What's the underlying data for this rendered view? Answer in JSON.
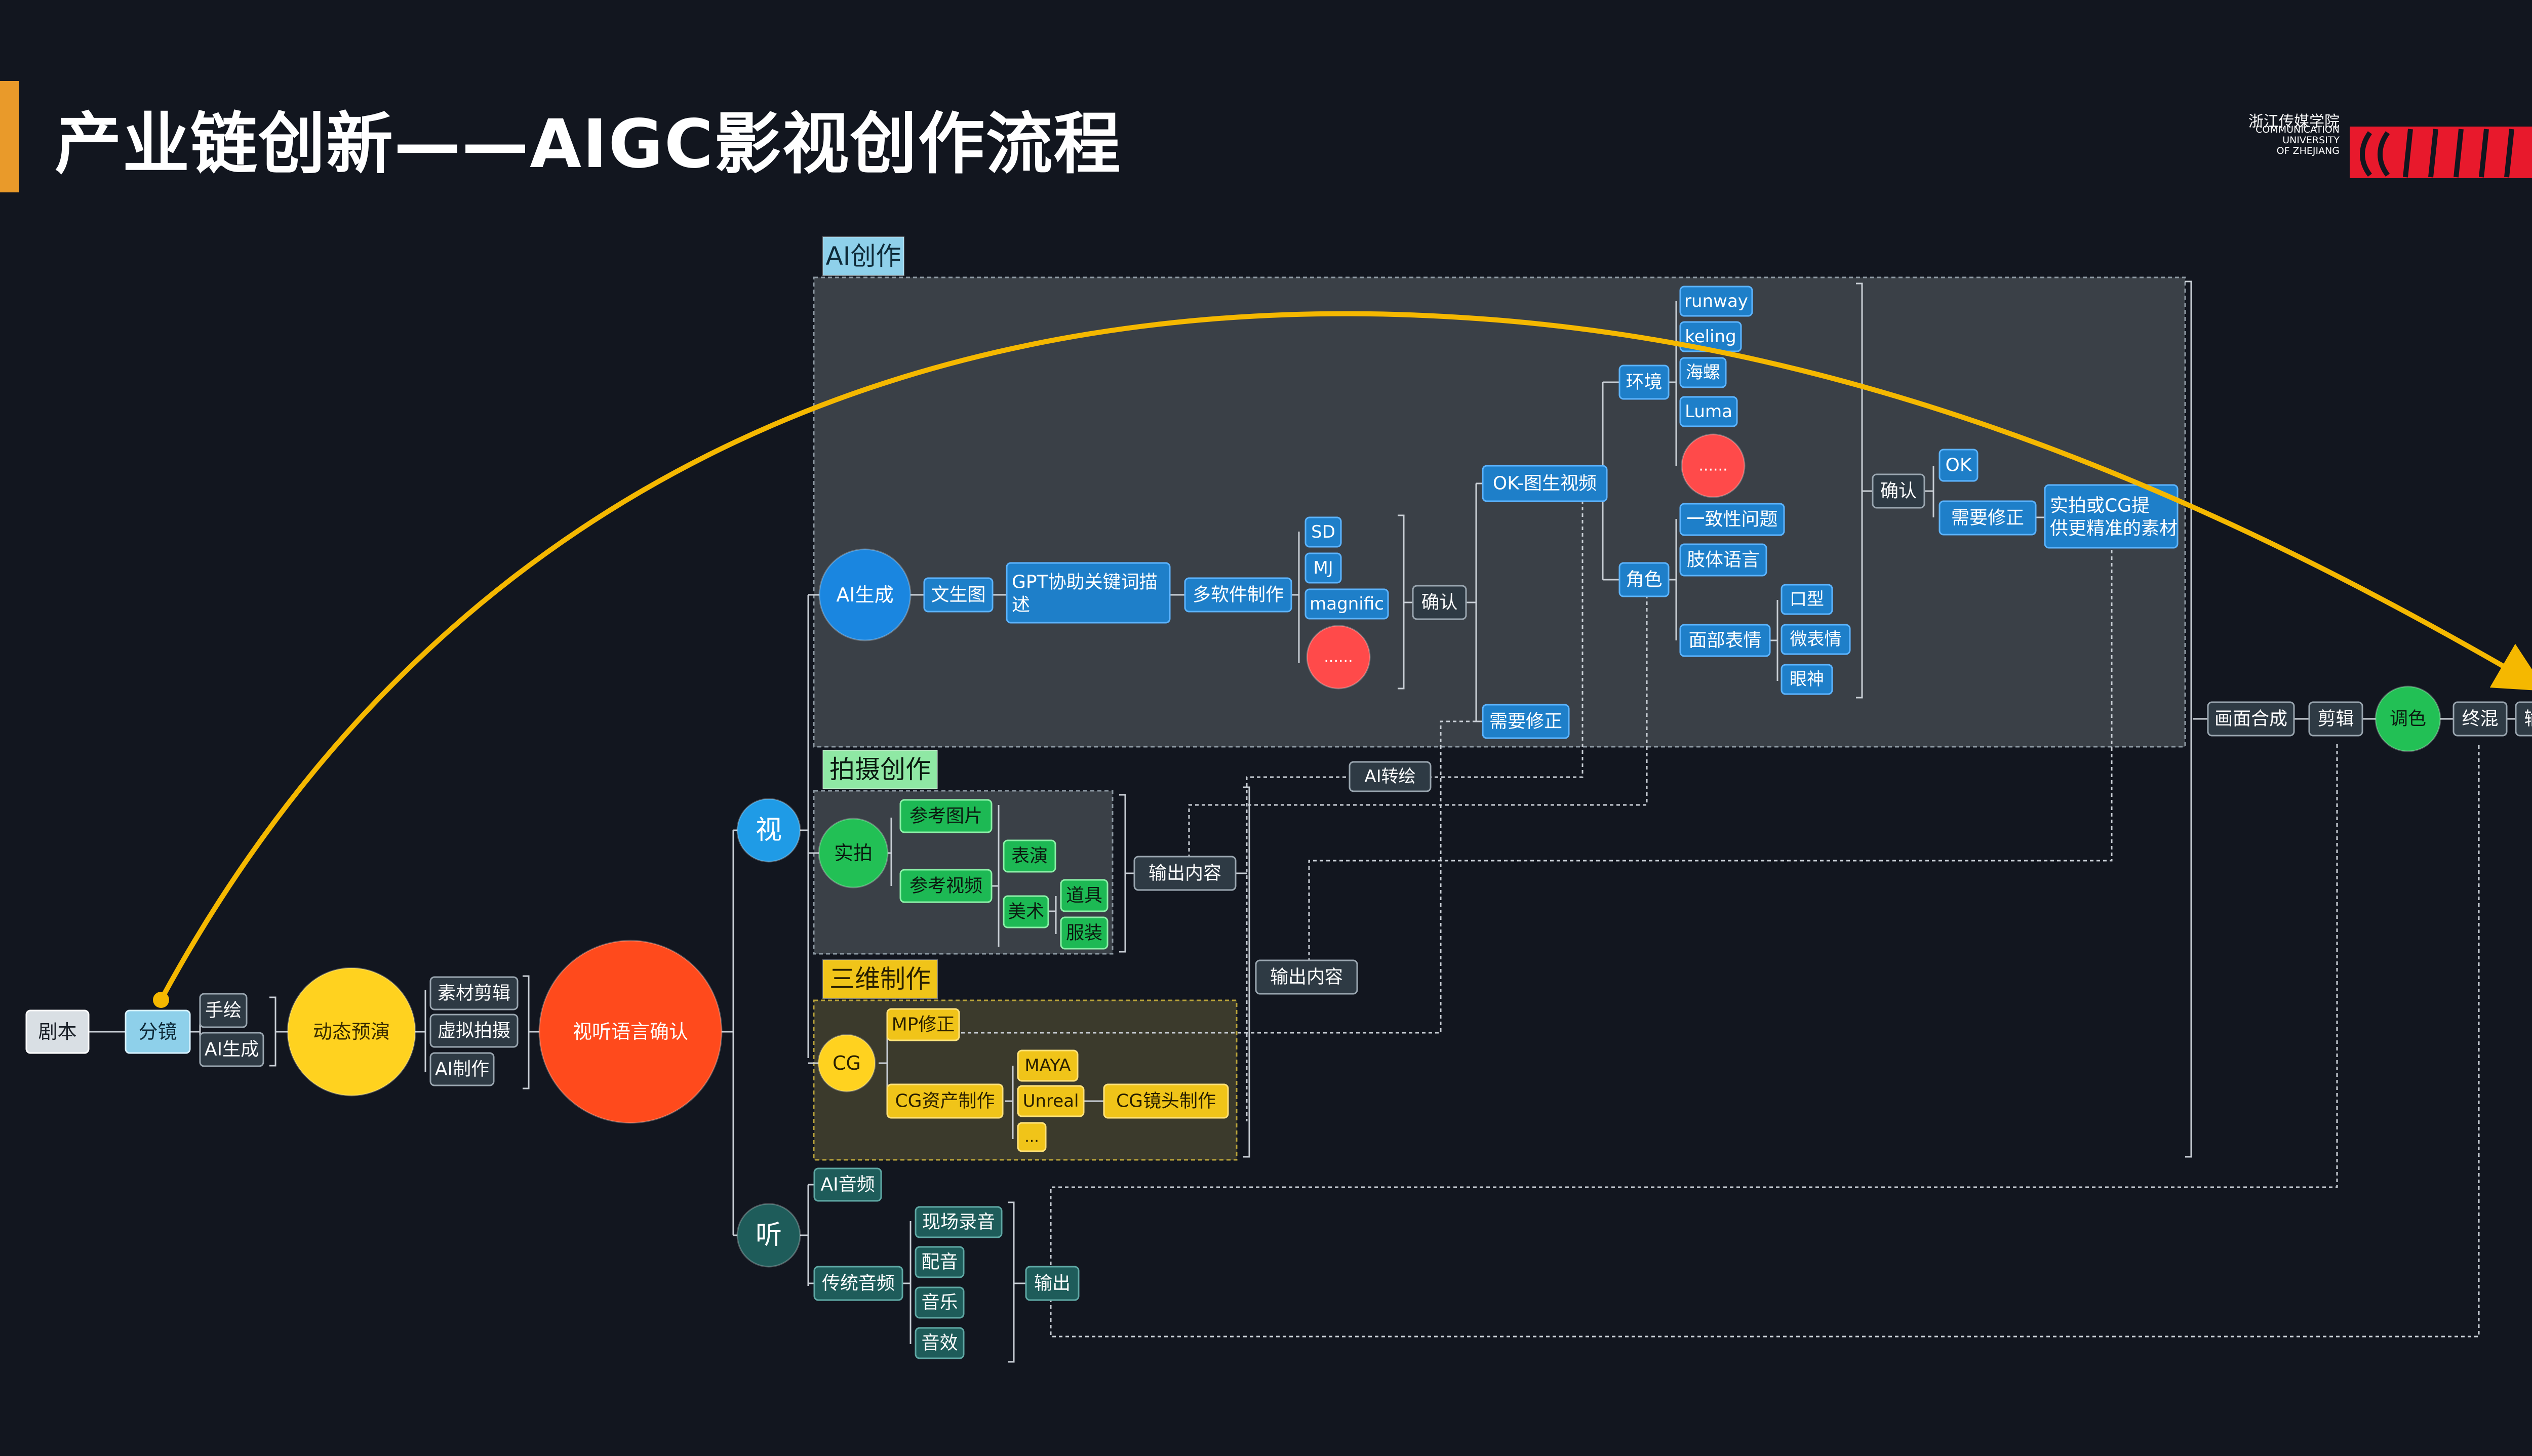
{
  "header": {
    "title": "产业链创新——AIGC影视创作流程",
    "logo_cn": "浙江传媒学院",
    "logo_en": [
      "COMMUNICATION",
      "UNIVERSITY",
      "OF ZHEJIANG"
    ]
  },
  "colors": {
    "background": "#12161f",
    "accent_bar": "#e99a2a",
    "ai_blue": "#1e7fc9",
    "shoot_green": "#1db954",
    "cg_yellow": "#f0c419",
    "audio_teal": "#1e5c5a",
    "red": "#ff4a1c",
    "arrow": "#f5b800",
    "logo_red": "#e8192c",
    "neutral_box": "#2e3a44"
  },
  "groups": {
    "ai": "AI创作",
    "shoot": "拍摄创作",
    "cg": "三维制作"
  },
  "nodes": {
    "script": "剧本",
    "storyboard": "分镜",
    "hand_draw": "手绘",
    "ai_gen_sb": "AI生成",
    "dynamic_preview": "动态预演",
    "material_edit": "素材剪辑",
    "virtual_shoot": "虚拟拍摄",
    "ai_make": "AI制作",
    "av_confirm": "视听语言确认",
    "see": "视",
    "hear": "听",
    "ai_gen": "AI生成",
    "text2img": "文生图",
    "gpt_prompt": "GPT协助关键词描述",
    "multi_soft": "多软件制作",
    "sd": "SD",
    "mj": "MJ",
    "magnific": "magnific",
    "dots": "......",
    "confirm1": "确认",
    "ok_i2v": "OK-图生视频",
    "need_fix1": "需要修正",
    "env": "环境",
    "role": "角色",
    "runway": "runway",
    "keling": "keling",
    "hailuo": "海螺",
    "luma": "Luma",
    "consistency": "一致性问题",
    "body_lang": "肢体语言",
    "facial": "面部表情",
    "mouth": "口型",
    "micro_exp": "微表情",
    "eyes": "眼神",
    "confirm2": "确认",
    "ok": "OK",
    "need_fix2": "需要修正",
    "real_cg": "实拍或CG提供更精准的素材",
    "ai_convert": "AI转绘",
    "real_shoot": "实拍",
    "ref_image": "参考图片",
    "ref_video": "参考视频",
    "perform": "表演",
    "art": "美术",
    "props": "道具",
    "costume": "服装",
    "output_content1": "输出内容",
    "output_content2": "输出内容",
    "cg": "CG",
    "mp_fix": "MP修正",
    "cg_asset": "CG资产制作",
    "maya": "MAYA",
    "unreal": "Unreal",
    "cg_dots": "...",
    "cg_shot": "CG镜头制作",
    "ai_audio": "AI音频",
    "trad_audio": "传统音频",
    "live_rec": "现场录音",
    "dubbing": "配音",
    "music": "音乐",
    "sfx": "音效",
    "audio_out": "输出",
    "compose": "画面合成",
    "edit": "剪辑",
    "grade": "调色",
    "final_mix": "终混",
    "final_out": "输出"
  }
}
